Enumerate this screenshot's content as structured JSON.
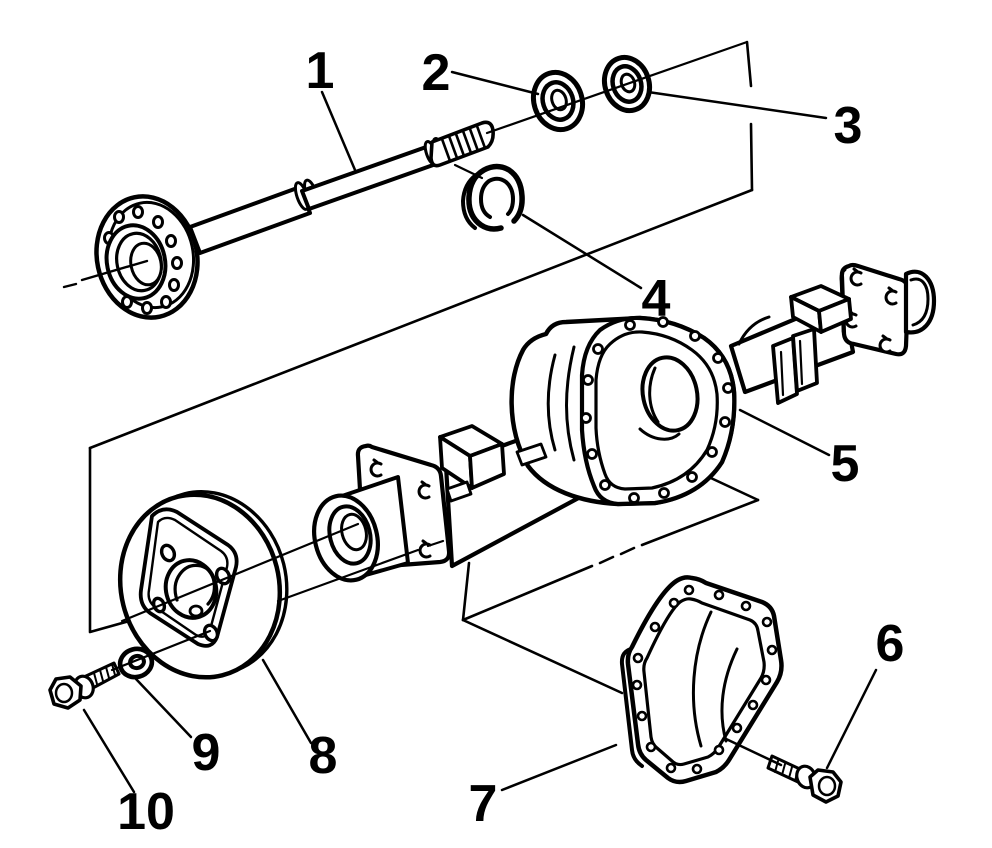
{
  "figure": {
    "type": "exploded-parts-diagram",
    "subject": "rear-axle-assembly",
    "colors": {
      "ink": "#000000",
      "background": "#ffffff"
    },
    "callouts": [
      {
        "number": "1"
      },
      {
        "number": "2"
      },
      {
        "number": "3"
      },
      {
        "number": "4"
      },
      {
        "number": "5"
      },
      {
        "number": "6"
      },
      {
        "number": "7"
      },
      {
        "number": "8"
      },
      {
        "number": "9"
      },
      {
        "number": "10"
      }
    ]
  }
}
